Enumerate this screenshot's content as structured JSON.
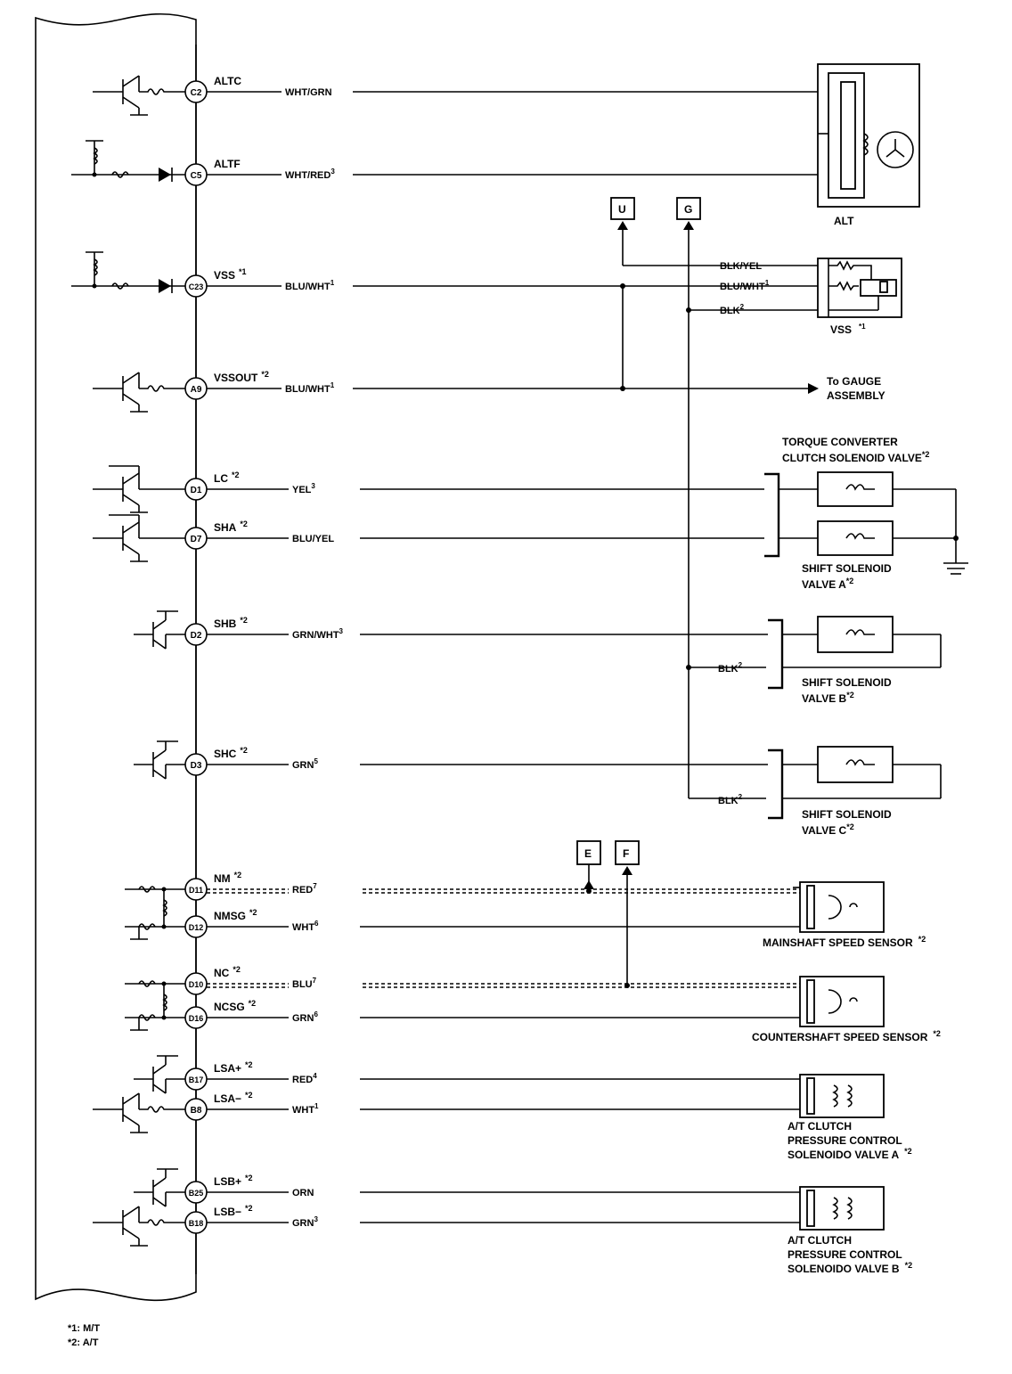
{
  "pins": [
    {
      "pin": "C2",
      "signal": "ALTC",
      "sup": "",
      "wire": "WHT/GRN",
      "wsup": ""
    },
    {
      "pin": "C5",
      "signal": "ALTF",
      "sup": "",
      "wire": "WHT/RED",
      "wsup": "3"
    },
    {
      "pin": "C23",
      "signal": "VSS",
      "sup": "*1",
      "wire": "BLU/WHT",
      "wsup": "1"
    },
    {
      "pin": "A9",
      "signal": "VSSOUT",
      "sup": "*2",
      "wire": "BLU/WHT",
      "wsup": "1"
    },
    {
      "pin": "D1",
      "signal": "LC",
      "sup": "*2",
      "wire": "YEL",
      "wsup": "3"
    },
    {
      "pin": "D7",
      "signal": "SHA",
      "sup": "*2",
      "wire": "BLU/YEL",
      "wsup": ""
    },
    {
      "pin": "D2",
      "signal": "SHB",
      "sup": "*2",
      "wire": "GRN/WHT",
      "wsup": "3"
    },
    {
      "pin": "D3",
      "signal": "SHC",
      "sup": "*2",
      "wire": "GRN",
      "wsup": "5"
    },
    {
      "pin": "D11",
      "signal": "NM",
      "sup": "*2",
      "wire": "RED",
      "wsup": "7"
    },
    {
      "pin": "D12",
      "signal": "NMSG",
      "sup": "*2",
      "wire": "WHT",
      "wsup": "6"
    },
    {
      "pin": "D10",
      "signal": "NC",
      "sup": "*2",
      "wire": "BLU",
      "wsup": "7"
    },
    {
      "pin": "D16",
      "signal": "NCSG",
      "sup": "*2",
      "wire": "GRN",
      "wsup": "6"
    },
    {
      "pin": "B17",
      "signal": "LSA+",
      "sup": "*2",
      "wire": "RED",
      "wsup": "4"
    },
    {
      "pin": "B8",
      "signal": "LSA−",
      "sup": "*2",
      "wire": "WHT",
      "wsup": "1"
    },
    {
      "pin": "B25",
      "signal": "LSB+",
      "sup": "*2",
      "wire": "ORN",
      "wsup": ""
    },
    {
      "pin": "B18",
      "signal": "LSB−",
      "sup": "*2",
      "wire": "GRN",
      "wsup": "3"
    }
  ],
  "vss_wires": [
    {
      "wire": "BLK/YEL",
      "wsup": ""
    },
    {
      "wire": "BLU/WHT",
      "wsup": "1"
    },
    {
      "wire": "BLK",
      "wsup": "2"
    }
  ],
  "shift_b_ground": {
    "wire": "BLK",
    "wsup": "2"
  },
  "shift_c_ground": {
    "wire": "BLK",
    "wsup": "2"
  },
  "connectors": {
    "u": "U",
    "g": "G",
    "e": "E",
    "f": "F"
  },
  "components": {
    "alt": "ALT",
    "vss": "VSS",
    "vss_sup": "*1",
    "gauge_line1": "To GAUGE",
    "gauge_line2": "ASSEMBLY",
    "tcc_line1": "TORQUE CONVERTER",
    "tcc_line2": "CLUTCH SOLENOID VALVE",
    "tcc_sup": "*2",
    "sha_line1": "SHIFT SOLENOID",
    "sha_line2": "VALVE A",
    "sha_sup": "*2",
    "shb_line1": "SHIFT SOLENOID",
    "shb_line2": "VALVE B",
    "shb_sup": "*2",
    "shc_line1": "SHIFT SOLENOID",
    "shc_line2": "VALVE C",
    "shc_sup": "*2",
    "mainshaft": "MAINSHAFT SPEED SENSOR",
    "mainshaft_sup": "*2",
    "countershaft": "COUNTERSHAFT SPEED SENSOR",
    "countershaft_sup": "*2",
    "lsa_line1": "A/T CLUTCH",
    "lsa_line2": "PRESSURE CONTROL",
    "lsa_line3": "SOLENOIDO VALVE A",
    "lsa_sup": "*2",
    "lsb_line1": "A/T CLUTCH",
    "lsb_line2": "PRESSURE CONTROL",
    "lsb_line3": "SOLENOIDO VALVE B",
    "lsb_sup": "*2"
  },
  "footnotes": [
    "*1: M/T",
    "*2: A/T"
  ]
}
